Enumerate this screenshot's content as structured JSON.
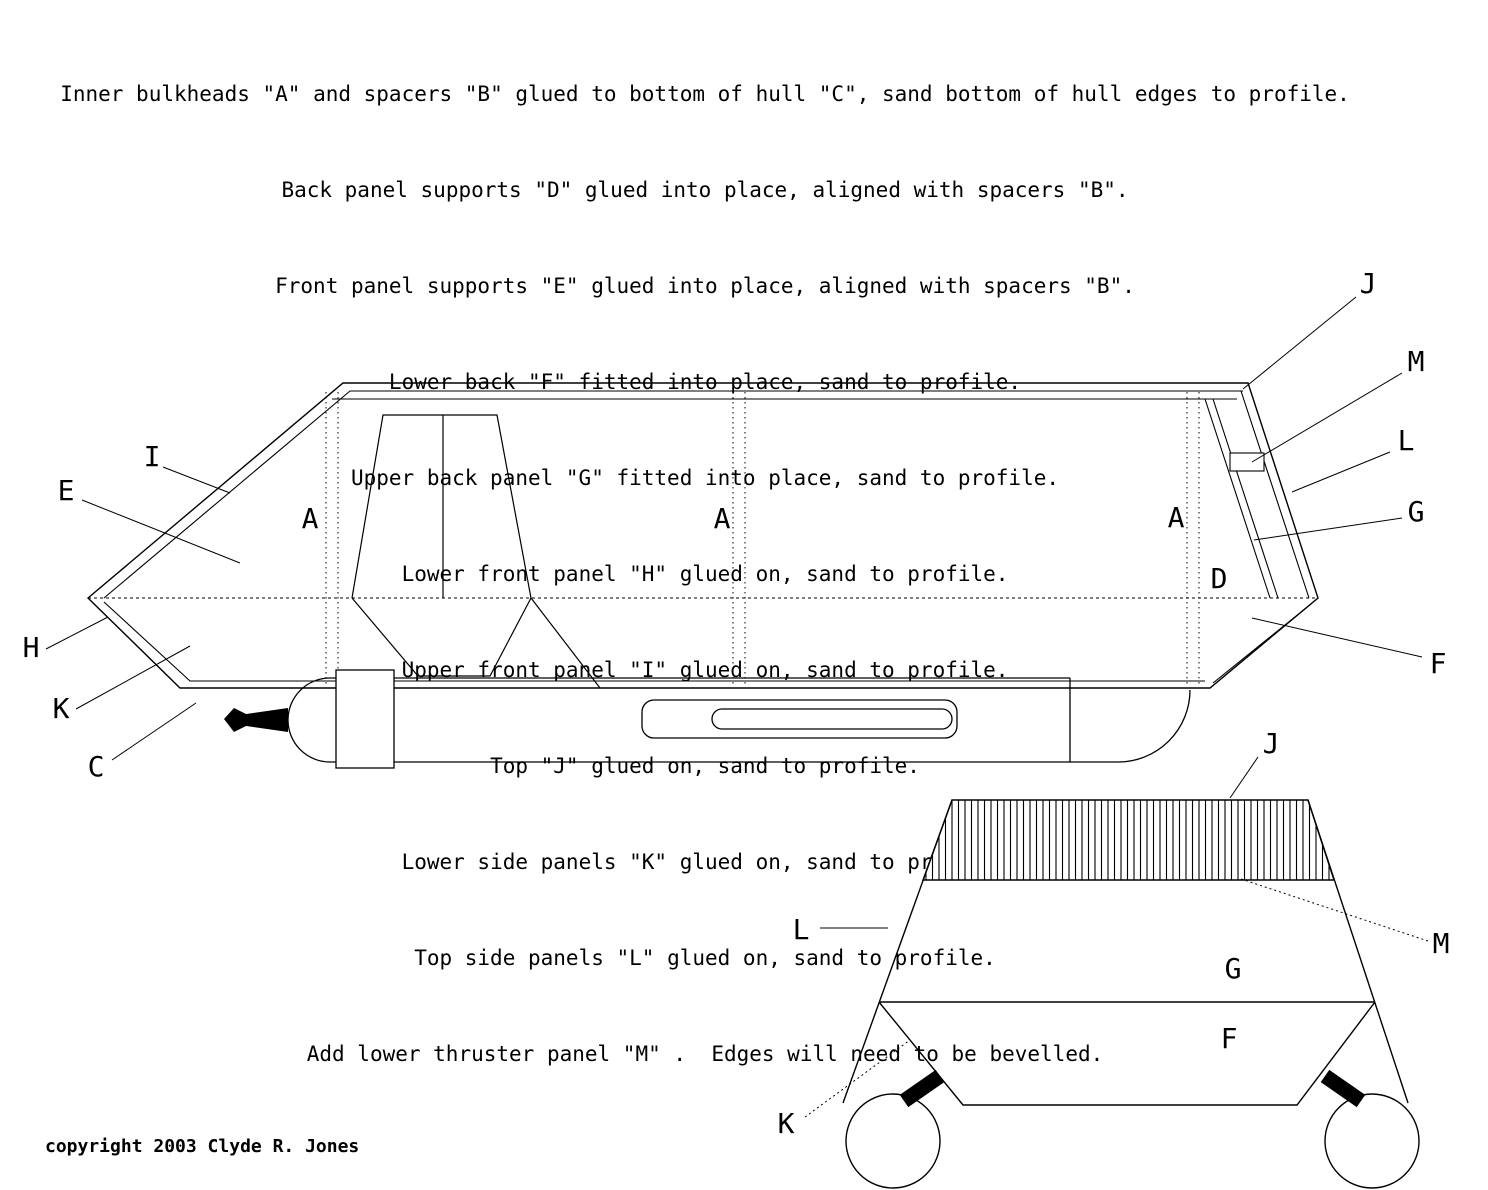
{
  "instructions": {
    "lines": [
      "Inner bulkheads \"A\" and spacers \"B\" glued to bottom of hull \"C\", sand bottom of hull edges to profile.",
      "Back panel supports \"D\" glued into place, aligned with spacers \"B\".",
      "Front panel supports \"E\" glued into place, aligned with spacers \"B\".",
      "Lower back \"F\" fitted into place, sand to profile.",
      "Upper back panel \"G\" fitted into place, sand to profile.",
      "Lower front panel \"H\" glued on, sand to profile.",
      "Upper front panel \"I\" glued on, sand to profile.",
      "Top \"J\" glued on, sand to profile.",
      "Lower side panels \"K\" glued on, sand to profile.",
      "Top side panels \"L\" glued on, sand to profile.",
      "Add lower thruster panel \"M\" .  Edges will need to be bevelled."
    ]
  },
  "side_view": {
    "labels": {
      "I": "I",
      "E": "E",
      "A1": "A",
      "A2": "A",
      "A3": "A",
      "J": "J",
      "M": "M",
      "L": "L",
      "G": "G",
      "D": "D",
      "F": "F",
      "H": "H",
      "K": "K",
      "C": "C"
    }
  },
  "rear_view": {
    "labels": {
      "J": "J",
      "L": "L",
      "M": "M",
      "G": "G",
      "F": "F",
      "K": "K"
    }
  },
  "footer": {
    "copyright": "copyright 2003 Clyde R. Jones"
  },
  "colors": {
    "line": "#000000",
    "background": "#ffffff"
  }
}
